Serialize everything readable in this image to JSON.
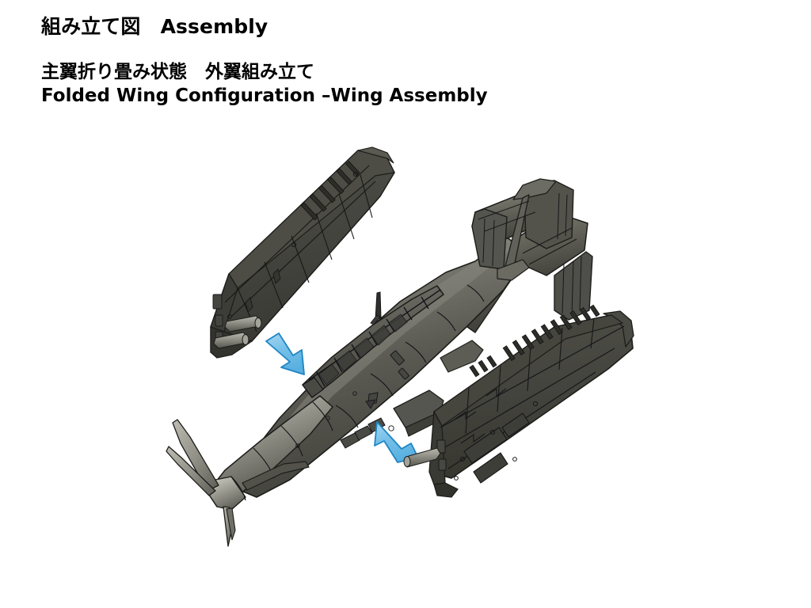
{
  "slide": {
    "background_color": "#ffffff",
    "title": "組み立て図　Assembly",
    "subtitle_ja": "主翼折り畳み状態　外翼組み立て",
    "subtitle_en": "Folded Wing Configuration –Wing Assembly"
  },
  "figure": {
    "name": "exploded-assembly-diagram",
    "description": "3D CAD exploded view of a single-engine propeller aircraft with twin-fin H-tail; both folded outer wing panels shown detached, with blue assembly arrows indicating attachment direction toward the fuselage wing roots.",
    "render_style": "shaded-solid-with-edges",
    "colors": {
      "wing_panel_dark": "#3f3f3a",
      "wing_panel_mid": "#4a4a44",
      "wing_panel_light": "#5b5b54",
      "fuselage_dark": "#4b4b45",
      "fuselage_mid": "#67675f",
      "fuselage_light": "#8e8e85",
      "fuselage_highlight": "#b3b3a9",
      "metal_pin": "#8b8b83",
      "edge_line": "#1d1d1a",
      "arrow_fill": "#72bfe8",
      "arrow_fill_light": "#9ed4f0",
      "arrow_stroke": "#1f85c4"
    },
    "parts": [
      {
        "id": "left-outer-wing",
        "label": "Left outer wing panel (folded / detached)",
        "position": "upper-left",
        "features": [
          "panel lines",
          "rib stations",
          "flap/aileron split",
          "two spar locating pins at root"
        ]
      },
      {
        "id": "fuselage-assembly",
        "label": "Fuselage with engine, propeller, canopy and tail",
        "position": "center-diagonal",
        "features": [
          "three-blade propeller",
          "spinner",
          "long greenhouse canopy",
          "radio mast",
          "wing root stubs",
          "twin-fin H-tail"
        ]
      },
      {
        "id": "right-outer-wing",
        "label": "Right outer wing panel (folded / detached)",
        "position": "lower-right",
        "features": [
          "inner face rib detail",
          "access panels",
          "spar locating pin at root"
        ]
      }
    ],
    "arrows": [
      {
        "id": "arrow-left-wing",
        "direction": "down-right",
        "from_part": "left-outer-wing",
        "to_part": "fuselage-assembly",
        "color": "#72bfe8"
      },
      {
        "id": "arrow-right-wing",
        "direction": "up-left",
        "from_part": "right-outer-wing",
        "to_part": "fuselage-assembly",
        "color": "#72bfe8"
      }
    ]
  }
}
